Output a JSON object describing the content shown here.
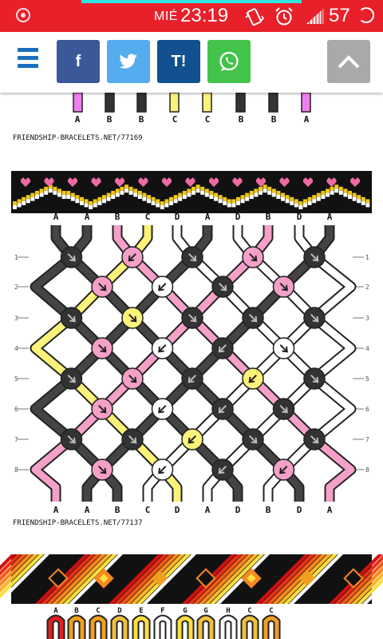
{
  "status_bar": {
    "day": "MIÉ",
    "time": "23:19",
    "battery": "57"
  },
  "toolbar": {
    "facebook_label": "f",
    "tuenti_label": "T!"
  },
  "patterns": [
    {
      "bottom_labels": [
        "A",
        "B",
        "B",
        "C",
        "C",
        "B",
        "B",
        "A"
      ],
      "credit": "FRIENDSHIP-BRACELETS.NET/77169"
    },
    {
      "top_labels": [
        "A",
        "A",
        "B",
        "C",
        "D",
        "A",
        "D",
        "B",
        "D",
        "A"
      ],
      "row_numbers": [
        "1",
        "2",
        "3",
        "4",
        "5",
        "6",
        "7",
        "8"
      ],
      "bottom_labels": [
        "A",
        "A",
        "B",
        "C",
        "D",
        "A",
        "D",
        "B",
        "D",
        "A"
      ],
      "credit": "FRIENDSHIP-BRACELETS.NET/77137"
    },
    {
      "top_labels": [
        "A",
        "B",
        "C",
        "D",
        "E",
        "F",
        "G",
        "G",
        "H",
        "C",
        "C"
      ]
    }
  ],
  "colors": {
    "status": "#e8202a",
    "accent": "#2ee6e0",
    "menu": "#1b6fc0",
    "facebook": "#3b5998",
    "twitter": "#55acee",
    "tuenti": "#12508f",
    "whatsapp": "#43c34a",
    "scroll_top": "#a9a9a9",
    "black": "#333333",
    "pink": "#f4a0c8",
    "yellow": "#fbf27a",
    "magenta": "#ee7ff0"
  }
}
